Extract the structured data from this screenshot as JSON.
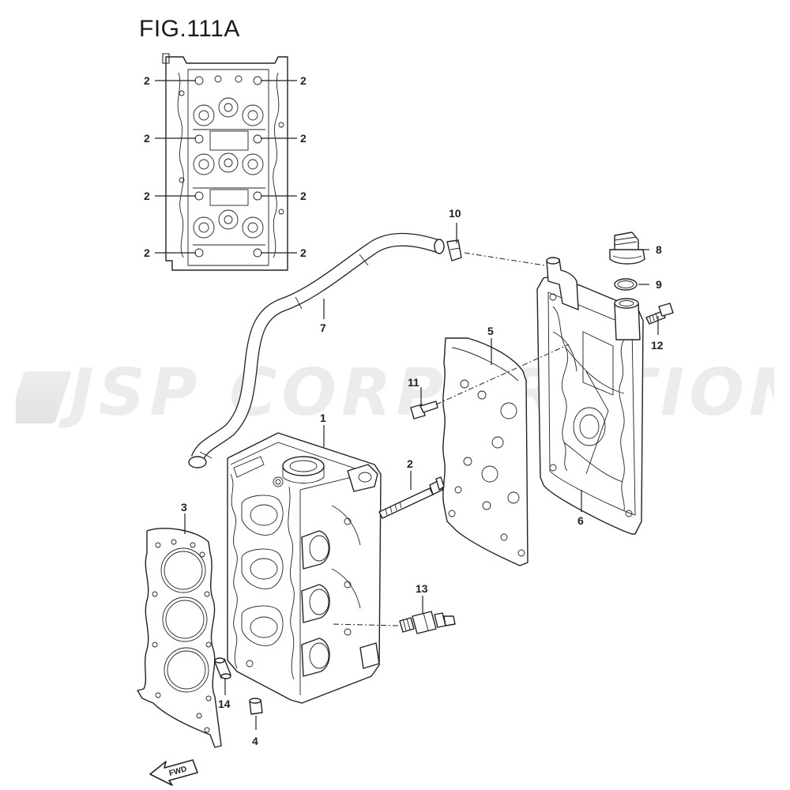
{
  "figure": {
    "title": "FIG.111A"
  },
  "watermark": {
    "text": "JSP CORPORATION"
  },
  "fwd_arrow": {
    "label": "FWD"
  },
  "callouts": {
    "inset_2a": "2",
    "inset_2b": "2",
    "inset_2c": "2",
    "inset_2d": "2",
    "inset_2e": "2",
    "inset_2f": "2",
    "inset_2g": "2",
    "inset_2h": "2",
    "p1": "1",
    "p2": "2",
    "p3": "3",
    "p4": "4",
    "p5": "5",
    "p6": "6",
    "p7": "7",
    "p8": "8",
    "p9": "9",
    "p10": "10",
    "p11": "11",
    "p12": "12",
    "p13": "13",
    "p14": "14"
  }
}
